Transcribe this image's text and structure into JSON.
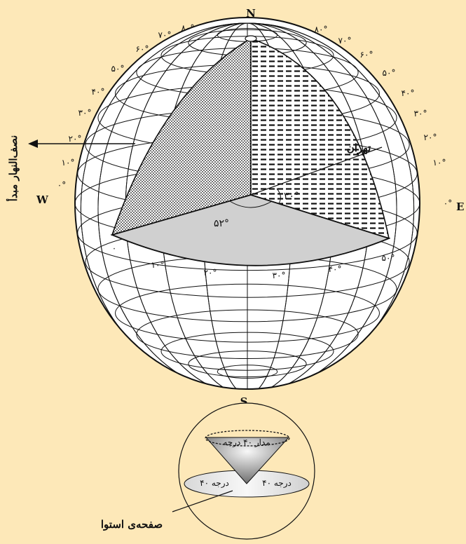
{
  "compass": {
    "north": "N",
    "south": "S",
    "east": "E",
    "west": "W"
  },
  "labels": {
    "prime_meridian": "نصف‌النهار مبدأ",
    "tehran": "تهران",
    "latitude_angle": "۳۰°",
    "longitude_angle": "۵۲°",
    "equator_plane": "صفحه‌ی استوا",
    "tropic_label": "مدار ۴۰ درجه",
    "left_angle": "۴۰ درجه",
    "right_angle": "۴۰ درجه"
  },
  "left_lat_ticks": [
    "۸۰°",
    "۷۰°",
    "۶۰°",
    "۵۰°",
    "۴۰°",
    "۳۰°",
    "۲۰°",
    "۱۰°",
    "۰°"
  ],
  "right_lat_ticks": [
    "۸۰°",
    "۷۰°",
    "۶۰°",
    "۵۰°",
    "۴۰°",
    "۳۰°",
    "۲۰°",
    "۱۰°",
    "۰°"
  ],
  "equator_lon_ticks": [
    "۰",
    "۱۰°",
    "۲۰°",
    "۳۰°",
    "۴۰°",
    "۵۰°"
  ],
  "colors": {
    "background": "#fde8b8",
    "equator_plane": "#d0d0d0",
    "stroke": "#111111"
  }
}
